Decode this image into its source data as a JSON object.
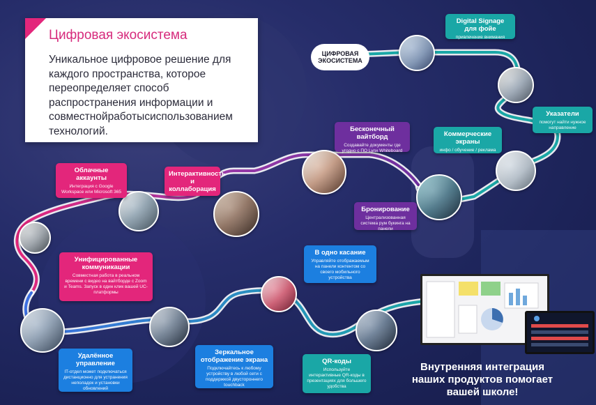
{
  "intro": {
    "title": "Цифровая экосистема",
    "body": "Уникальное цифровое решение для каждого пространства, которое переопределяет способ распространения информации и совместнойработысиспользованием технологий."
  },
  "ecosystem_label": "ЦИФРОВАЯ ЭКОСИСТЕМА",
  "cards": {
    "digital_signage": {
      "title": "Digital Signage для фойе",
      "desc": "привлечение внимания"
    },
    "signs": {
      "title": "Указатели",
      "desc": "помогут найти нужное направление"
    },
    "commercial": {
      "title": "Коммерческие экраны",
      "desc": "инфо / обучение / реклама"
    },
    "whiteboard": {
      "title": "Бесконечный вайтборд",
      "desc": "Создавайте документы где угодно с ПО Lynx Whiteboard"
    },
    "booking": {
      "title": "Бронирование",
      "desc": "Централизованная система рум букинга на панели"
    },
    "cloud": {
      "title": "Облачные аккаунты",
      "desc": "Интеграция с Google Workspace или Microsoft 365"
    },
    "interactive": {
      "title": "Интерактивность и коллаборация",
      "desc": ""
    },
    "uc": {
      "title": "Унифицированные коммуникации",
      "desc": "Совместная работа в реальном времени с видео на вайтборде с Zoom и Teams. Запуск в один клик вашей UC-платформы"
    },
    "one_touch": {
      "title": "В одно касание",
      "desc": "Управляйте отображаемым на панели контентом со своего мобильного устройства"
    },
    "remote": {
      "title": "Удалённое управление",
      "desc": "IT-отдел может подключаться дистанционно для устранения неполадок и установки обновлений"
    },
    "mirroring": {
      "title": "Зеркальное отображение экрана",
      "desc": "Подключайтесь к любому устройству в любой сети с поддержкой двустороннего touchback"
    },
    "qr": {
      "title": "QR-коды",
      "desc": "Используйте интерактивные QR-коды в презентациях для большего удобства"
    }
  },
  "tagline": "Внутренняя интеграция наших продуктов помогает вашей школе!",
  "colors": {
    "background": "#1f2760",
    "pink": "#e3267b",
    "teal": "#1aa7a6",
    "purple": "#6e2f9e",
    "blue": "#1c7fe0"
  }
}
